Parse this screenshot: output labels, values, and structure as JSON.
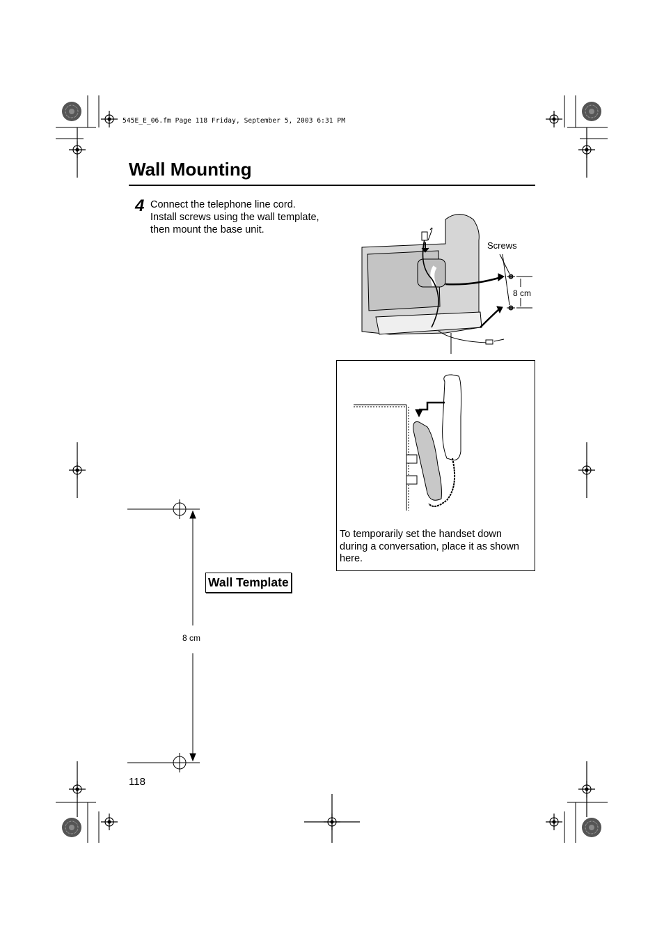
{
  "print_header": "545E_E_06.fm  Page 118  Friday, September 5, 2003  6:31 PM",
  "section_title": "Wall Mounting",
  "step": {
    "number": "4",
    "lines": [
      "Connect the telephone line cord.",
      "Install screws using the wall template,",
      "then mount the base unit."
    ]
  },
  "figure_base_unit": {
    "screws_label": "Screws",
    "distance_label": "8 cm"
  },
  "callout": {
    "text_lines": [
      "To temporarily set the handset down",
      "during a conversation, place it as shown",
      "here."
    ]
  },
  "wall_template": {
    "label": "Wall Template",
    "distance_label": "8 cm"
  },
  "page_number": "118"
}
